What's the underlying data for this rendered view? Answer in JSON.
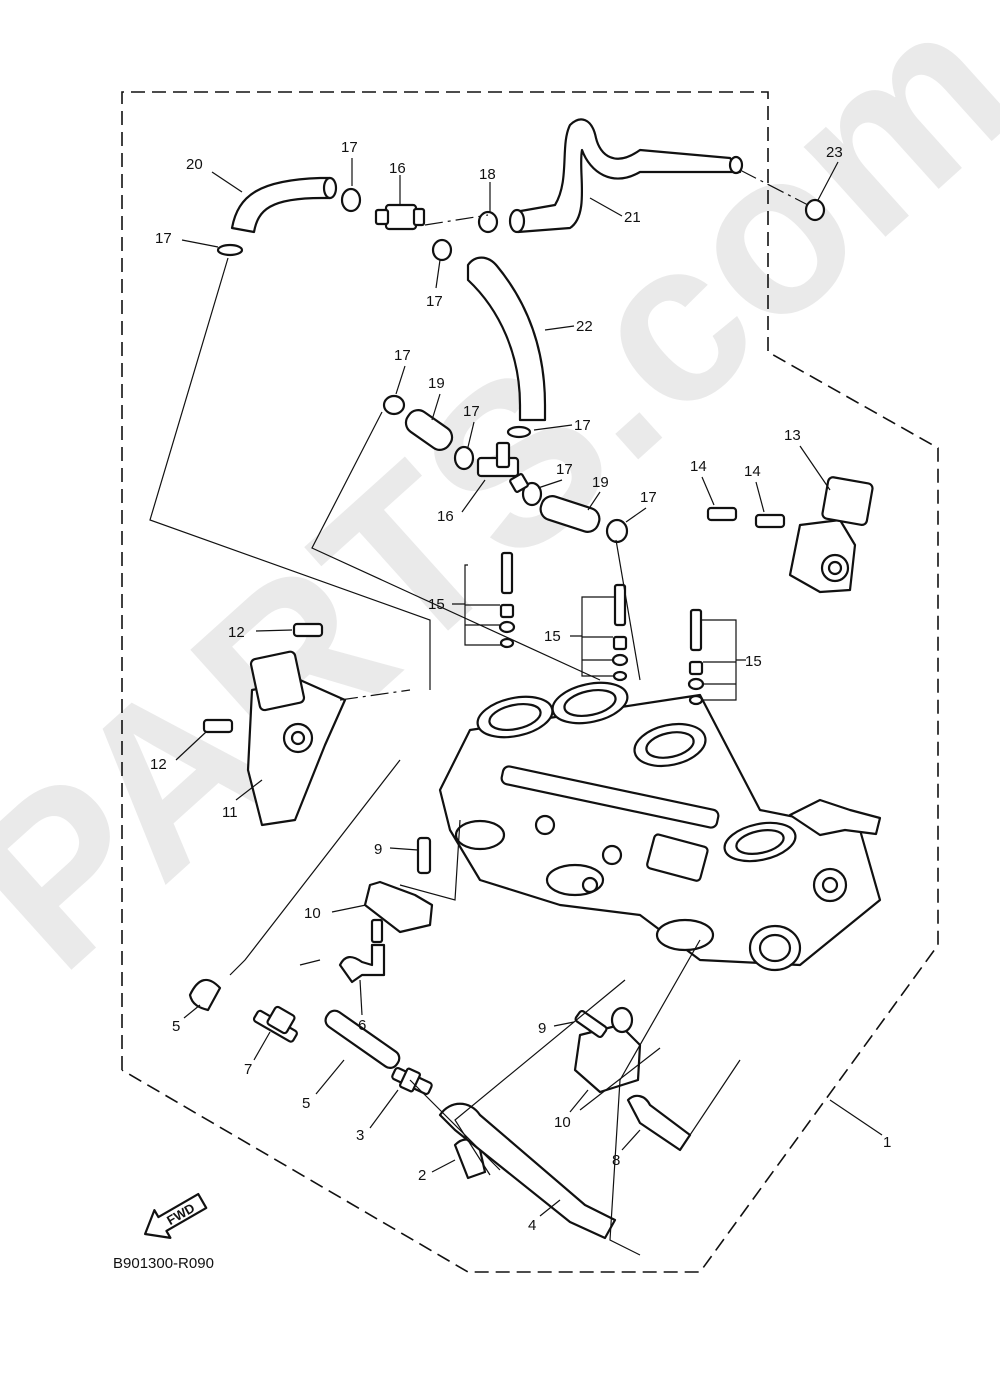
{
  "diagram_code": "B901300-R090",
  "fwd_label": "FWD",
  "watermark": "PARTS.com",
  "callouts": {
    "c1": "1",
    "c2": "2",
    "c3": "3",
    "c4": "4",
    "c5a": "5",
    "c5b": "5",
    "c6": "6",
    "c7": "7",
    "c8": "8",
    "c9a": "9",
    "c9b": "9",
    "c10a": "10",
    "c10b": "10",
    "c11": "11",
    "c12a": "12",
    "c12b": "12",
    "c13": "13",
    "c14a": "14",
    "c14b": "14",
    "c15a": "15",
    "c15b": "15",
    "c15c": "15",
    "c16a": "16",
    "c16b": "16",
    "c17a": "17",
    "c17b": "17",
    "c17c": "17",
    "c17d": "17",
    "c17e": "17",
    "c17f": "17",
    "c17g": "17",
    "c17h": "17",
    "c18": "18",
    "c19a": "19",
    "c19b": "19",
    "c20": "20",
    "c21": "21",
    "c22": "22",
    "c23": "23"
  }
}
